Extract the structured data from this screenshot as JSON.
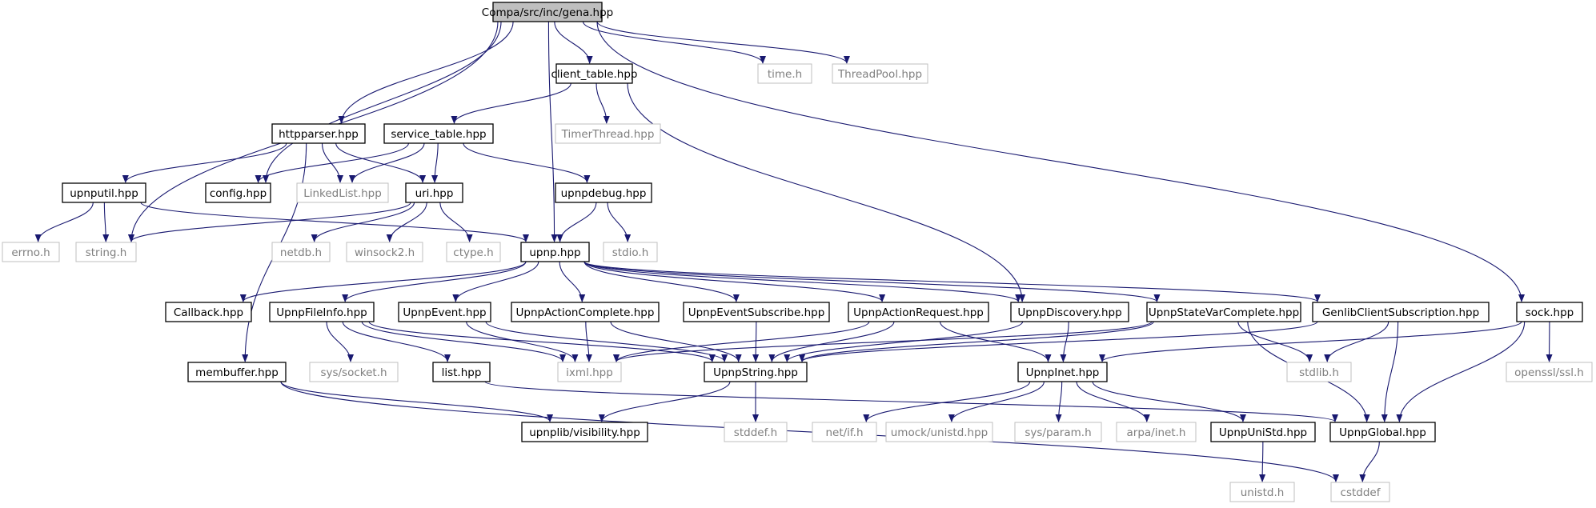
{
  "colors": {
    "edge": "#191970",
    "node_border_solid": "#000000",
    "node_border_missing": "#bfbfbf",
    "root_fill": "#bfbfbf",
    "text": "#000000",
    "missing_text": "#7f7f7f"
  },
  "nodes": [
    {
      "id": "gena",
      "label": "Compa/src/inc/gena.hpp",
      "kind": "root"
    },
    {
      "id": "client_table",
      "label": "client_table.hpp",
      "kind": "file"
    },
    {
      "id": "time_h",
      "label": "time.h",
      "kind": "missing"
    },
    {
      "id": "threadpool",
      "label": "ThreadPool.hpp",
      "kind": "missing"
    },
    {
      "id": "httpparser",
      "label": "httpparser.hpp",
      "kind": "file"
    },
    {
      "id": "service_table",
      "label": "service_table.hpp",
      "kind": "file"
    },
    {
      "id": "timerthread",
      "label": "TimerThread.hpp",
      "kind": "missing"
    },
    {
      "id": "upnputil",
      "label": "upnputil.hpp",
      "kind": "file"
    },
    {
      "id": "config",
      "label": "config.hpp",
      "kind": "file"
    },
    {
      "id": "linkedlist",
      "label": "LinkedList.hpp",
      "kind": "missing"
    },
    {
      "id": "uri",
      "label": "uri.hpp",
      "kind": "file"
    },
    {
      "id": "upnpdebug",
      "label": "upnpdebug.hpp",
      "kind": "file"
    },
    {
      "id": "errno_h",
      "label": "errno.h",
      "kind": "missing"
    },
    {
      "id": "string_h",
      "label": "string.h",
      "kind": "missing"
    },
    {
      "id": "netdb_h",
      "label": "netdb.h",
      "kind": "missing"
    },
    {
      "id": "winsock2_h",
      "label": "winsock2.h",
      "kind": "missing"
    },
    {
      "id": "ctype_h",
      "label": "ctype.h",
      "kind": "missing"
    },
    {
      "id": "upnp",
      "label": "upnp.hpp",
      "kind": "file"
    },
    {
      "id": "stdio_h",
      "label": "stdio.h",
      "kind": "missing"
    },
    {
      "id": "callback",
      "label": "Callback.hpp",
      "kind": "file"
    },
    {
      "id": "upnpfileinfo",
      "label": "UpnpFileInfo.hpp",
      "kind": "file"
    },
    {
      "id": "upnpevent",
      "label": "UpnpEvent.hpp",
      "kind": "file"
    },
    {
      "id": "upnpactioncomplete",
      "label": "UpnpActionComplete.hpp",
      "kind": "file"
    },
    {
      "id": "upnpeventsubscribe",
      "label": "UpnpEventSubscribe.hpp",
      "kind": "file"
    },
    {
      "id": "upnpactionrequest",
      "label": "UpnpActionRequest.hpp",
      "kind": "file"
    },
    {
      "id": "upnpdiscovery",
      "label": "UpnpDiscovery.hpp",
      "kind": "file"
    },
    {
      "id": "upnpstatevarcomplete",
      "label": "UpnpStateVarComplete.hpp",
      "kind": "file"
    },
    {
      "id": "genlibclientsub",
      "label": "GenlibClientSubscription.hpp",
      "kind": "file"
    },
    {
      "id": "sock",
      "label": "sock.hpp",
      "kind": "file"
    },
    {
      "id": "membuffer",
      "label": "membuffer.hpp",
      "kind": "file"
    },
    {
      "id": "sys_socket_h",
      "label": "sys/socket.h",
      "kind": "missing"
    },
    {
      "id": "list",
      "label": "list.hpp",
      "kind": "file"
    },
    {
      "id": "ixml",
      "label": "ixml.hpp",
      "kind": "missing"
    },
    {
      "id": "upnpstring",
      "label": "UpnpString.hpp",
      "kind": "file"
    },
    {
      "id": "upnpinet",
      "label": "UpnpInet.hpp",
      "kind": "file"
    },
    {
      "id": "stdlib_h",
      "label": "stdlib.h",
      "kind": "missing"
    },
    {
      "id": "openssl_ssl_h",
      "label": "openssl/ssl.h",
      "kind": "missing"
    },
    {
      "id": "visibility",
      "label": "upnplib/visibility.hpp",
      "kind": "file"
    },
    {
      "id": "stddef_h",
      "label": "stddef.h",
      "kind": "missing"
    },
    {
      "id": "net_if_h",
      "label": "net/if.h",
      "kind": "missing"
    },
    {
      "id": "umock_unistd",
      "label": "umock/unistd.hpp",
      "kind": "missing"
    },
    {
      "id": "sys_param_h",
      "label": "sys/param.h",
      "kind": "missing"
    },
    {
      "id": "arpa_inet_h",
      "label": "arpa/inet.h",
      "kind": "missing"
    },
    {
      "id": "upnpunistd",
      "label": "UpnpUniStd.hpp",
      "kind": "file"
    },
    {
      "id": "upnpglobal",
      "label": "UpnpGlobal.hpp",
      "kind": "file"
    },
    {
      "id": "unistd_h",
      "label": "unistd.h",
      "kind": "missing"
    },
    {
      "id": "cstddef",
      "label": "cstddef",
      "kind": "missing"
    }
  ],
  "edges": [
    [
      "gena",
      "client_table"
    ],
    [
      "gena",
      "time_h"
    ],
    [
      "gena",
      "threadpool"
    ],
    [
      "gena",
      "httpparser"
    ],
    [
      "gena",
      "config"
    ],
    [
      "gena",
      "string_h"
    ],
    [
      "gena",
      "upnp"
    ],
    [
      "gena",
      "sock"
    ],
    [
      "client_table",
      "service_table"
    ],
    [
      "client_table",
      "timerthread"
    ],
    [
      "client_table",
      "upnpdiscovery"
    ],
    [
      "httpparser",
      "upnputil"
    ],
    [
      "httpparser",
      "linkedlist"
    ],
    [
      "httpparser",
      "uri"
    ],
    [
      "httpparser",
      "membuffer"
    ],
    [
      "service_table",
      "config"
    ],
    [
      "service_table",
      "linkedlist"
    ],
    [
      "service_table",
      "uri"
    ],
    [
      "service_table",
      "upnpdebug"
    ],
    [
      "upnputil",
      "errno_h"
    ],
    [
      "upnputil",
      "string_h"
    ],
    [
      "upnputil",
      "upnp"
    ],
    [
      "uri",
      "string_h"
    ],
    [
      "uri",
      "netdb_h"
    ],
    [
      "uri",
      "winsock2_h"
    ],
    [
      "uri",
      "ctype_h"
    ],
    [
      "upnpdebug",
      "upnp"
    ],
    [
      "upnpdebug",
      "stdio_h"
    ],
    [
      "upnp",
      "callback"
    ],
    [
      "upnp",
      "upnpfileinfo"
    ],
    [
      "upnp",
      "upnpevent"
    ],
    [
      "upnp",
      "upnpactioncomplete"
    ],
    [
      "upnp",
      "upnpeventsubscribe"
    ],
    [
      "upnp",
      "upnpactionrequest"
    ],
    [
      "upnp",
      "upnpdiscovery"
    ],
    [
      "upnp",
      "upnpstatevarcomplete"
    ],
    [
      "upnp",
      "genlibclientsub"
    ],
    [
      "upnpfileinfo",
      "sys_socket_h"
    ],
    [
      "upnpfileinfo",
      "list"
    ],
    [
      "upnpfileinfo",
      "ixml"
    ],
    [
      "upnpfileinfo",
      "upnpstring"
    ],
    [
      "upnpevent",
      "ixml"
    ],
    [
      "upnpevent",
      "upnpstring"
    ],
    [
      "upnpactioncomplete",
      "ixml"
    ],
    [
      "upnpactioncomplete",
      "upnpstring"
    ],
    [
      "upnpeventsubscribe",
      "upnpstring"
    ],
    [
      "upnpactionrequest",
      "ixml"
    ],
    [
      "upnpactionrequest",
      "upnpstring"
    ],
    [
      "upnpactionrequest",
      "upnpinet"
    ],
    [
      "upnpdiscovery",
      "upnpstring"
    ],
    [
      "upnpdiscovery",
      "upnpinet"
    ],
    [
      "upnpstatevarcomplete",
      "ixml"
    ],
    [
      "upnpstatevarcomplete",
      "upnpstring"
    ],
    [
      "upnpstatevarcomplete",
      "stdlib_h"
    ],
    [
      "upnpstatevarcomplete",
      "upnpglobal"
    ],
    [
      "genlibclientsub",
      "upnpstring"
    ],
    [
      "genlibclientsub",
      "stdlib_h"
    ],
    [
      "genlibclientsub",
      "upnpglobal"
    ],
    [
      "sock",
      "upnpinet"
    ],
    [
      "sock",
      "openssl_ssl_h"
    ],
    [
      "sock",
      "upnpglobal"
    ],
    [
      "membuffer",
      "visibility"
    ],
    [
      "membuffer",
      "cstddef"
    ],
    [
      "list",
      "upnpglobal"
    ],
    [
      "upnpstring",
      "visibility"
    ],
    [
      "upnpstring",
      "stddef_h"
    ],
    [
      "upnpinet",
      "net_if_h"
    ],
    [
      "upnpinet",
      "umock_unistd"
    ],
    [
      "upnpinet",
      "sys_param_h"
    ],
    [
      "upnpinet",
      "arpa_inet_h"
    ],
    [
      "upnpinet",
      "upnpunistd"
    ],
    [
      "upnpunistd",
      "unistd_h"
    ],
    [
      "upnpglobal",
      "cstddef"
    ]
  ]
}
